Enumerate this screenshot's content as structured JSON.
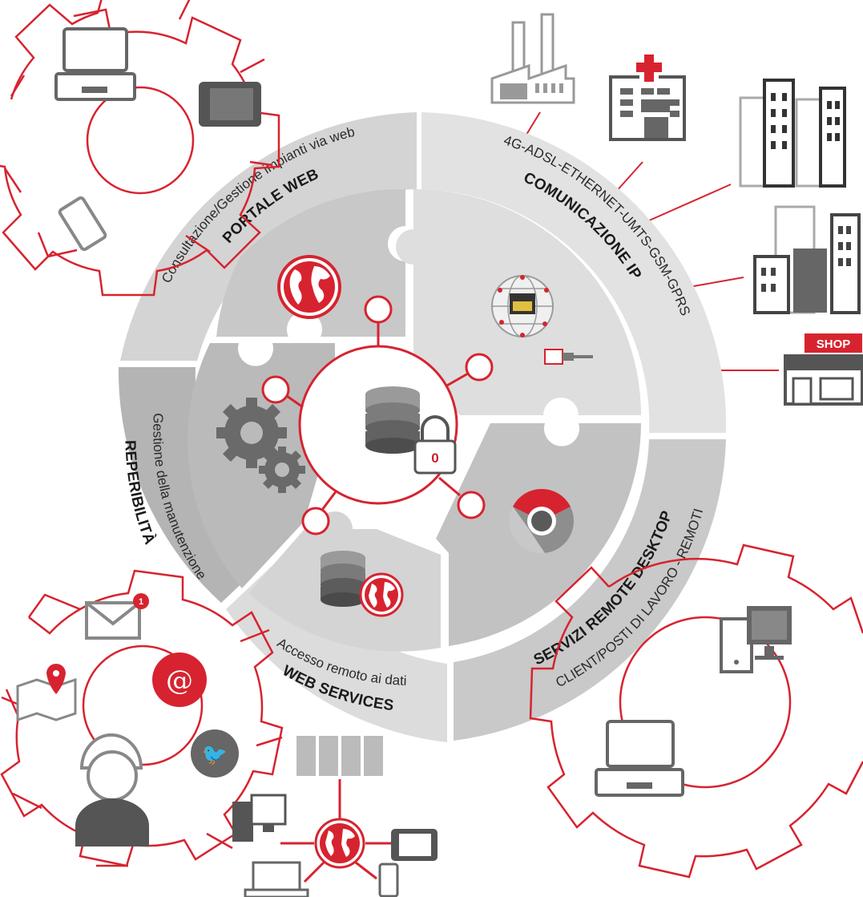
{
  "colors": {
    "accent_red": "#d7232f",
    "segment_light": "#d9d9d9",
    "segment_mid": "#c4c4c4",
    "segment_dark": "#a8a8a8",
    "inner_light": "#cfcfcf",
    "inner_dark": "#bdbdbd",
    "icon_gray": "#6e6e6e"
  },
  "segments": {
    "portale_web": {
      "title": "PORTALE WEB",
      "subtitle": "Consultazione/Gestione impianti via web"
    },
    "comunicazione_ip": {
      "title": "COMUNICAZIONE IP",
      "subtitle": "4G-ADSL-ETHERNET-UMTS-GSM-GPRS"
    },
    "remote_desktop": {
      "title": "SERVIZI REMOTE DESKTOP",
      "subtitle": "CLIENT/POSTI DI LAVORO - REMOTI"
    },
    "web_services": {
      "title": "WEB SERVICES",
      "subtitle": "Accesso remoto ai dati"
    },
    "reperibilita": {
      "title": "REPERIBILITÀ",
      "subtitle": "Gestione della manutenzione"
    }
  },
  "center": {
    "lock_label": "0"
  },
  "shop_sign": "SHOP",
  "mail_badge": "1",
  "at_symbol": "@",
  "icons": {
    "center": "database-lock-icon",
    "portale": "globe-icon",
    "ip": "ethernet-globe-icon",
    "remote": "chrome-icon",
    "webservices": "database-globe-icon",
    "reperibilita": "gears-icon"
  }
}
